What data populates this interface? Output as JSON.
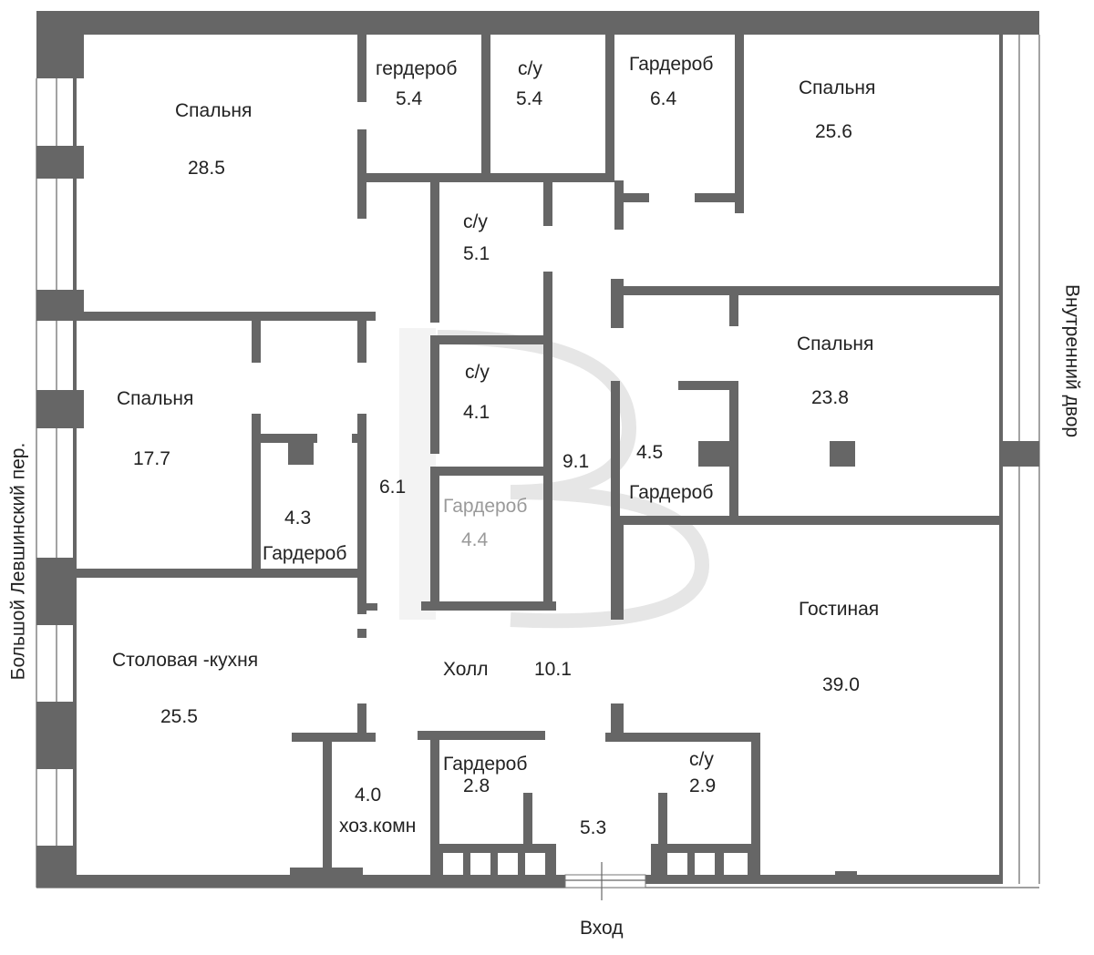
{
  "rooms": {
    "bedroom1_name": "Спальня",
    "bedroom1_area": "28.5",
    "wardrobe_top_name": "гердероб",
    "wardrobe_top_area": "5.4",
    "wc_top_name": "с/у",
    "wc_top_area": "5.4",
    "wardrobe_tr_name": "Гардероб",
    "wardrobe_tr_area": "6.4",
    "bedroom_tr_name": "Спальня",
    "bedroom_tr_area": "25.6",
    "wc_mid1_name": "с/у",
    "wc_mid1_area": "5.1",
    "wc_mid2_name": "с/у",
    "wc_mid2_area": "4.1",
    "bedroom_r_name": "Спальня",
    "bedroom_r_area": "23.8",
    "bedroom_l_name": "Спальня",
    "bedroom_l_area": "17.7",
    "wardrobe_l_area": "4.3",
    "wardrobe_l_name": "Гардероб",
    "corridor_area": "6.1",
    "wardrobe_c_name": "Гардероб",
    "wardrobe_c_area": "4.4",
    "hall_area_top": "9.1",
    "wardrobe_r_area": "4.5",
    "wardrobe_r_name": "Гардероб",
    "living_name": "Гостиная",
    "living_area": "39.0",
    "kitchen_name": "Столовая -кухня",
    "kitchen_area": "25.5",
    "hall_name": "Холл",
    "hall_area": "10.1",
    "utility_area": "4.0",
    "utility_name": "хоз.комн",
    "wardrobe_b_name": "Гардероб",
    "wardrobe_b_area": "2.8",
    "vestibule_area": "5.3",
    "wc_b_name": "с/у",
    "wc_b_area": "2.9"
  },
  "labels": {
    "entrance": "Вход",
    "left_street": "Большой Левшинский пер.",
    "right_yard": "Внутренний двор"
  },
  "colors": {
    "wall": "#666666",
    "background": "#ffffff",
    "text": "#222222"
  }
}
